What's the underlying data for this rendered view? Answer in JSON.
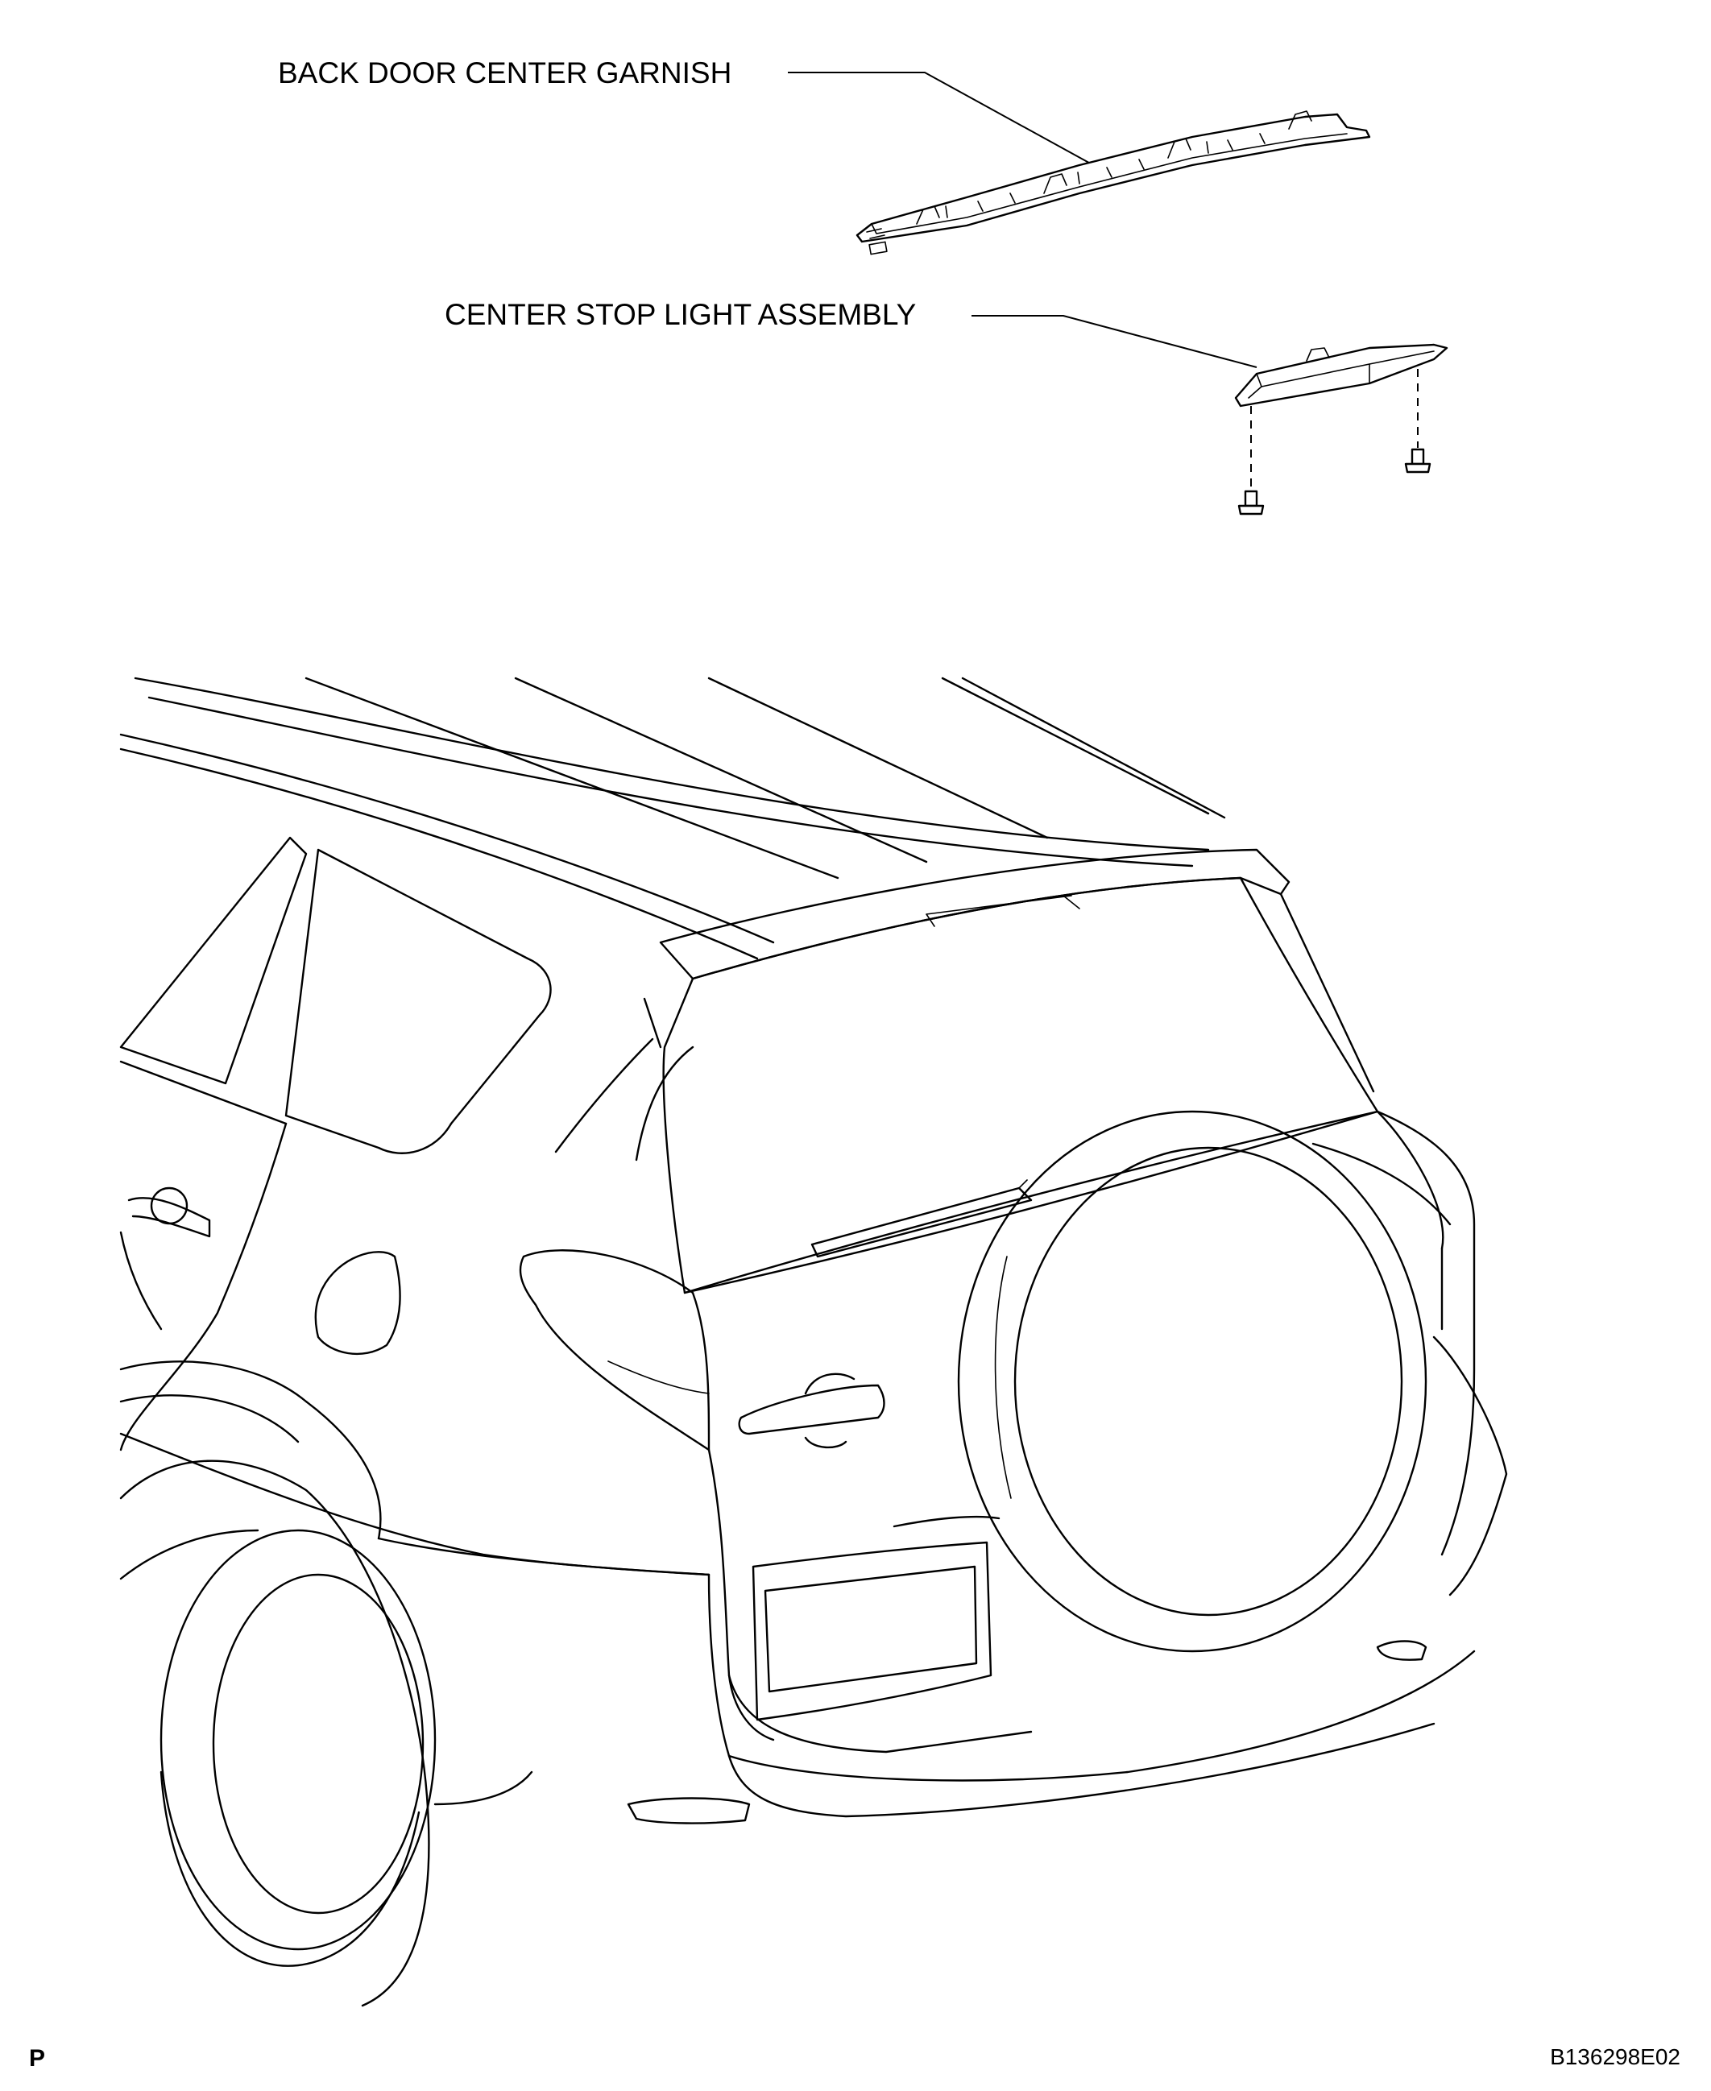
{
  "labels": {
    "back_door_center_garnish": "BACK DOOR CENTER GARNISH",
    "center_stop_light_assembly": "CENTER STOP LIGHT ASSEMBLY"
  },
  "corner": {
    "left": "P",
    "right": "B136298E02"
  }
}
